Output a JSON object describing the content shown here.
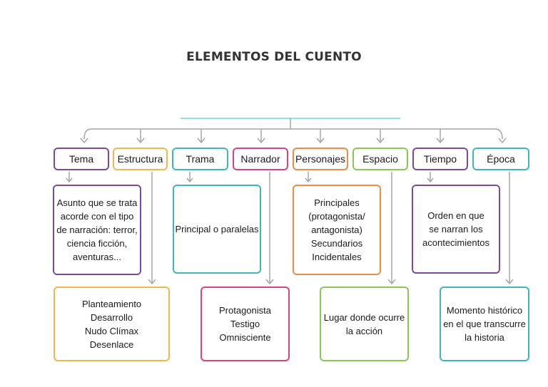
{
  "title": "ELEMENTOS DEL CUENTO",
  "colors": {
    "purple": "#7b4a9c",
    "yellow": "#f0b84a",
    "teal": "#3fb6bd",
    "pink": "#d9437f",
    "orange": "#ef8a48",
    "green": "#8cc653",
    "connector": "#a6a6a6",
    "top_line": "#6fd3f0"
  },
  "headers": [
    {
      "label": "Tema",
      "color": "#7b4a9c"
    },
    {
      "label": "Estructura",
      "color": "#f0b84a"
    },
    {
      "label": "Trama",
      "color": "#3fb6bd"
    },
    {
      "label": "Narrador",
      "color": "#d9437f"
    },
    {
      "label": "Personajes",
      "color": "#ef8a48"
    },
    {
      "label": "Espacio",
      "color": "#8cc653"
    },
    {
      "label": "Tiempo",
      "color": "#7b4a9c"
    },
    {
      "label": "Época",
      "color": "#3fb6bd"
    }
  ],
  "details": {
    "tema": [
      "Asunto que se trata",
      "acorde con el tipo",
      "de narración: terror,",
      "ciencia ficción,",
      "aventuras..."
    ],
    "trama": [
      "Principal o paralelas"
    ],
    "personajes": [
      "Principales",
      "(protagonista/",
      "antagonista)",
      "Secundarios",
      "Incidentales"
    ],
    "tiempo": [
      "Orden en que",
      "se narran los",
      "acontecimientos"
    ],
    "estructura": [
      "Planteamiento",
      "Desarrollo",
      "Nudo Clímax",
      "Desenlace"
    ],
    "narrador": [
      "Protagonista",
      "Testigo",
      "Omnisciente"
    ],
    "espacio": [
      "Lugar donde ocurre",
      "la acción"
    ],
    "epoca": [
      "Momento histórico",
      "en el que transcurre",
      "la historia"
    ]
  }
}
